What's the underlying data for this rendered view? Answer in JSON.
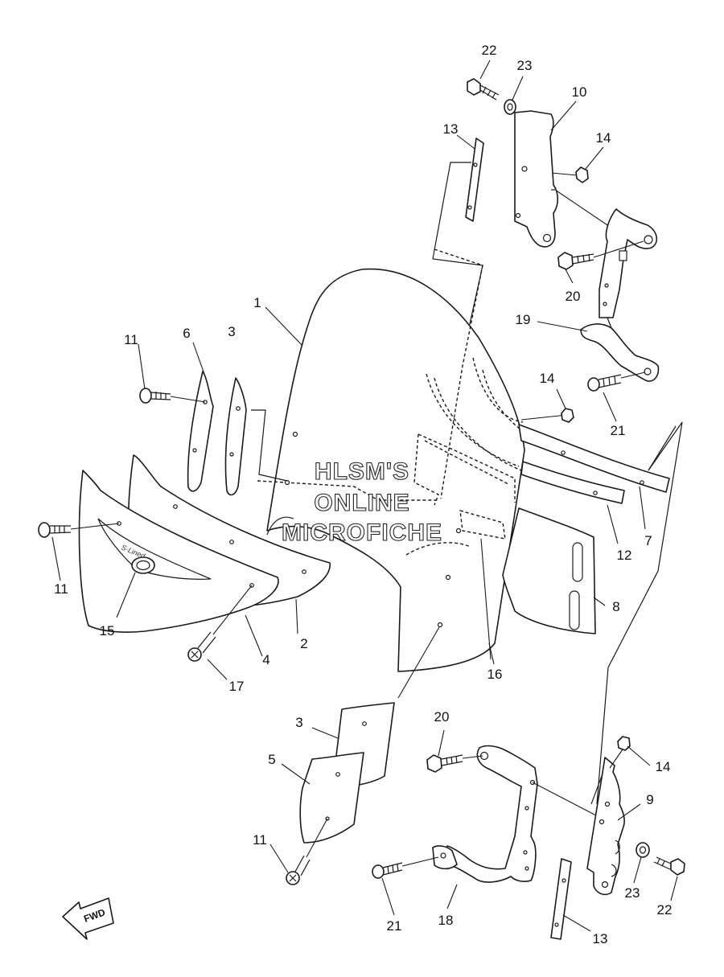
{
  "watermark": {
    "line1": "HLSM'S",
    "line2": "ONLINE",
    "line3": "MICROFICHE"
  },
  "badge_text": "S·Lined",
  "direction_label": "FWD",
  "callouts": {
    "c1": "1",
    "c2": "2",
    "c3a": "3",
    "c3b": "3",
    "c4": "4",
    "c5": "5",
    "c6": "6",
    "c7": "7",
    "c8": "8",
    "c9": "9",
    "c10": "10",
    "c11a": "11",
    "c11b": "11",
    "c11c": "11",
    "c12": "12",
    "c13a": "13",
    "c13b": "13",
    "c14a": "14",
    "c14b": "14",
    "c14c": "14",
    "c15": "15",
    "c16": "16",
    "c17": "17",
    "c18": "18",
    "c19": "19",
    "c20a": "20",
    "c20b": "20",
    "c21a": "21",
    "c21b": "21",
    "c22a": "22",
    "c22b": "22",
    "c23a": "23",
    "c23b": "23"
  }
}
